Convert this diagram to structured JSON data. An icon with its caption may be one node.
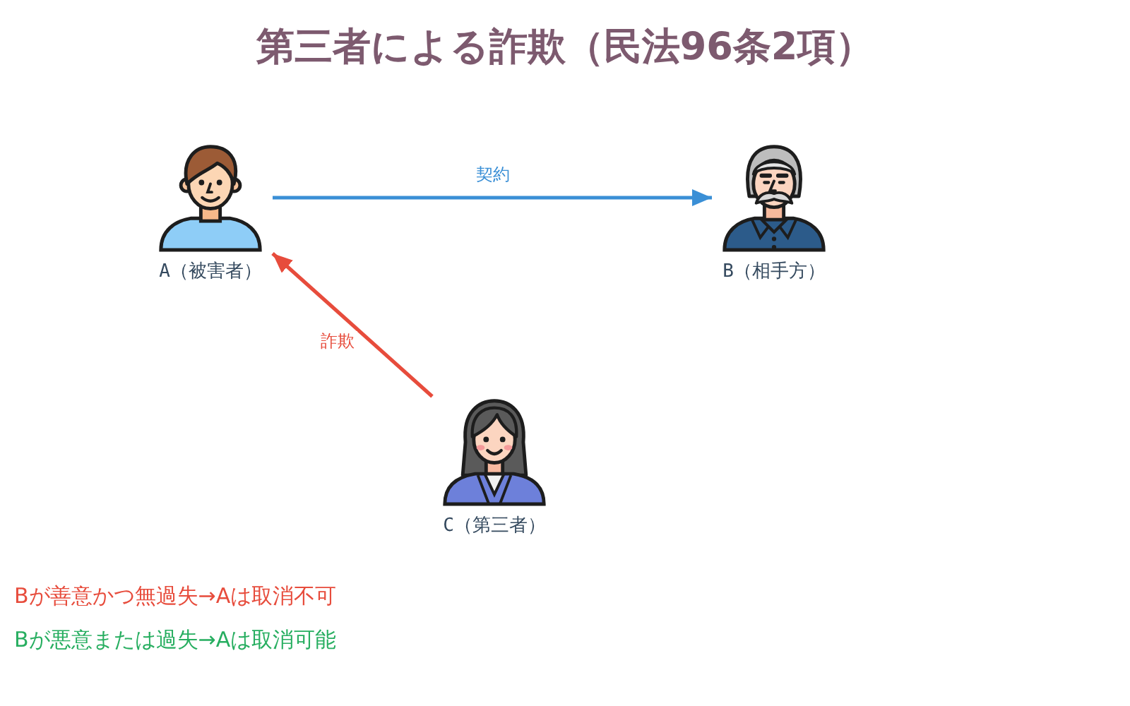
{
  "diagram": {
    "title": "第三者による詐欺（民法96条2項）",
    "nodes": [
      {
        "text": [
          "A（被害者）"
        ]
      },
      {
        "text": [
          "B（相手方）"
        ]
      },
      {
        "text": [
          "C（第三者）"
        ]
      }
    ],
    "edges": [
      {
        "from": 0,
        "to": 1,
        "arrow": "to",
        "label": "契約",
        "color": "#3a8fd6"
      },
      {
        "from": 2,
        "to": 0,
        "arrow": "to",
        "label": "詐欺",
        "color": "#e74c3c"
      }
    ],
    "labels": [
      "Bが善意かつ無過失→Aは取消不可",
      "Bが悪意または過失→Aは取消可能"
    ]
  }
}
